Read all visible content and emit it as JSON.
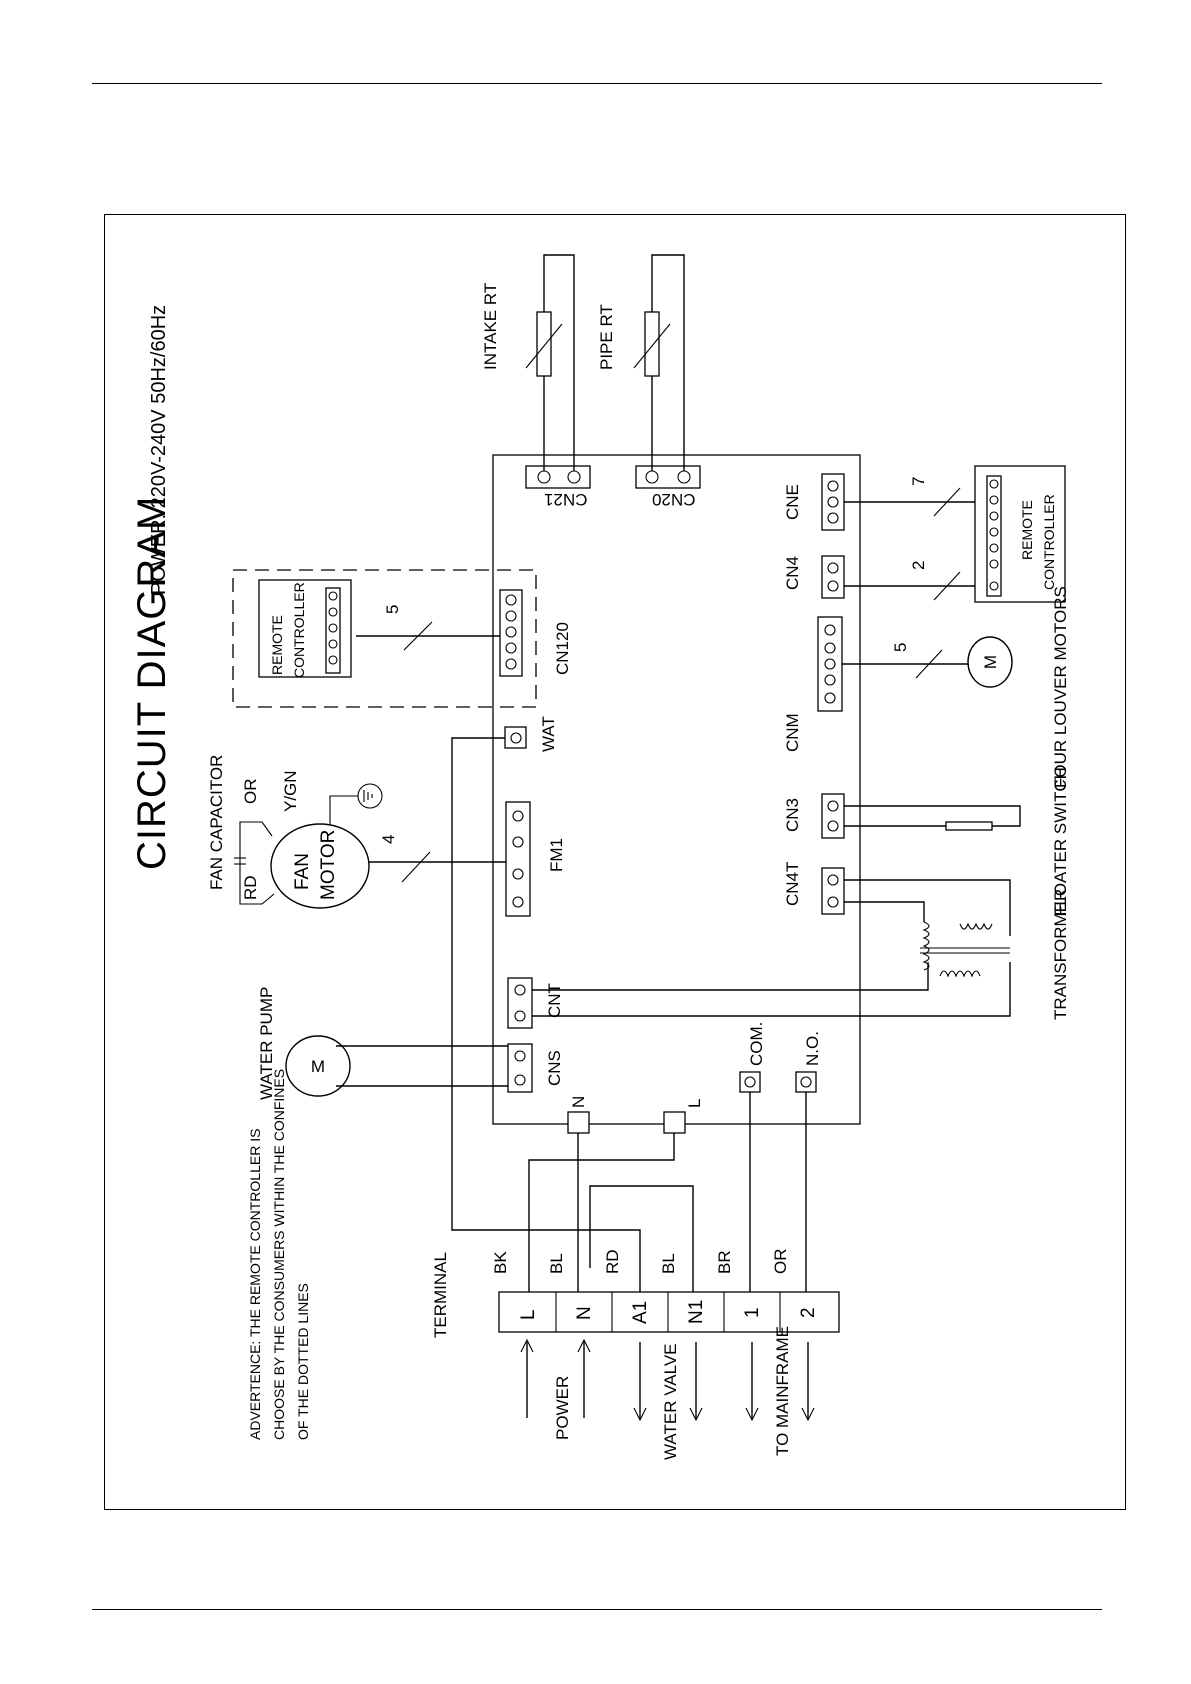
{
  "title": "CIRCUIT DIAGRAM",
  "power": "POWER: 220V-240V 50Hz/60Hz",
  "sensors": {
    "intake": "INTAKE  RT",
    "pipe": "PIPE  RT"
  },
  "connectors": {
    "cn21": "CN21",
    "cn20": "CN20",
    "cn120": "CN120",
    "wat": "WAT",
    "fm1": "FM1",
    "cnt": "CNT",
    "cns": "CNS",
    "cne": "CNE",
    "cn4": "CN4",
    "cnm": "CNM",
    "cn3": "CN3",
    "cn4t": "CN4T",
    "com": "COM.",
    "no": "N.O.",
    "n": "N",
    "l": "L"
  },
  "remote_left": {
    "line1": "REMOTE",
    "line2": "CONTROLLER",
    "wires": "5"
  },
  "remote_right": {
    "line1": "REMOTE",
    "line2": "CONTROLLER"
  },
  "wire_counts": {
    "cne": "7",
    "cn4": "2",
    "cnm": "5",
    "fm1": "4"
  },
  "louver": "FOUR LOUVER MOTORS",
  "floater": "FLOATER SWITCH",
  "transformer": "TRANSFORMER",
  "fan": {
    "capacitor": "FAN CAPACITOR",
    "rd": "RD",
    "or": "OR",
    "ygn": "Y/GN",
    "motor1": "FAN",
    "motor2": "MOTOR"
  },
  "motor_symbol": "M",
  "water_pump": "WATER PUMP",
  "terminal": {
    "label": "TERMINAL",
    "cells": [
      "L",
      "N",
      "A1",
      "N1",
      "1",
      "2"
    ],
    "wire_colors": [
      "BK",
      "BL",
      "RD",
      "BL",
      "BR",
      "OR"
    ]
  },
  "groups": {
    "power": "POWER",
    "water_valve": "WATER VALVE",
    "mainframe": "TO MAINFRAME"
  },
  "advertence": [
    "ADVERTENCE:  THE REMOTE CONTROLLER IS",
    "CHOOSE BY THE CONSUMERS WITHIN THE CONFINES",
    "OF THE DOTTED LINES"
  ]
}
